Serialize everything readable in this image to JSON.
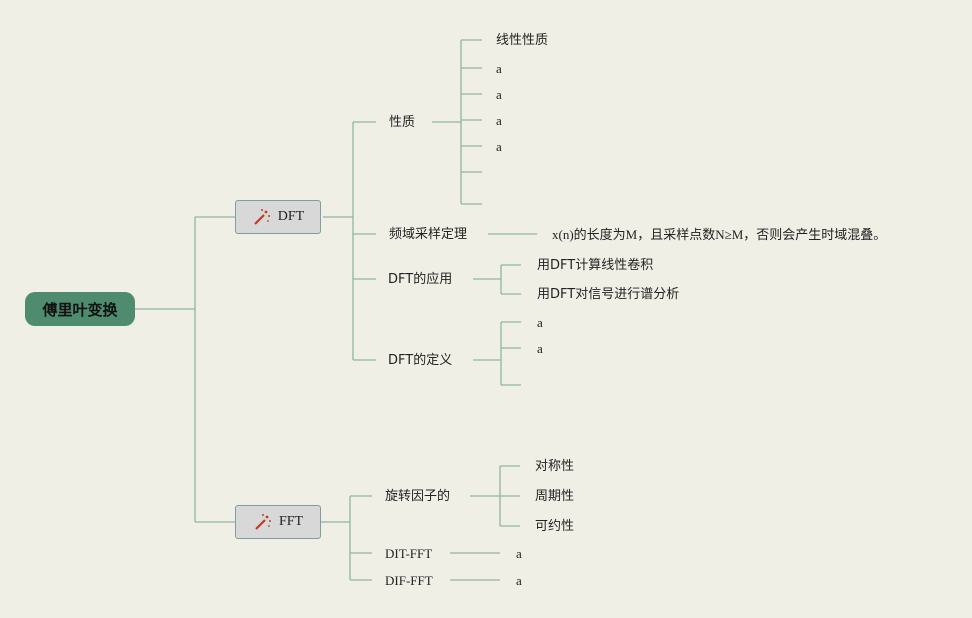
{
  "root": {
    "label": "傅里叶变换"
  },
  "dft": {
    "label": "DFT",
    "icon": "magic-wand-icon",
    "properties": {
      "label": "性质",
      "items": [
        "线性性质",
        "a",
        "a",
        "a",
        "a",
        "",
        ""
      ]
    },
    "sampling": {
      "label": "频域采样定理",
      "note": "x(n)的长度为M，且采样点数N≥M，否则会产生时域混叠。"
    },
    "applications": {
      "label": "DFT的应用",
      "items": [
        "用DFT计算线性卷积",
        "用DFT对信号进行谱分析"
      ]
    },
    "definition": {
      "label": "DFT的定义",
      "items": [
        "a",
        "a",
        ""
      ]
    }
  },
  "fft": {
    "label": "FFT",
    "icon": "magic-wand-icon",
    "twiddle": {
      "label": "旋转因子的",
      "items": [
        "对称性",
        "周期性",
        "可约性"
      ]
    },
    "dit": {
      "label": "DIT-FFT",
      "value": "a"
    },
    "dif": {
      "label": "DIF-FFT",
      "value": "a"
    }
  },
  "colors": {
    "line": "#8fb5a3",
    "root": "#4e8b6f",
    "branch_bg": "#d8d8d8",
    "background": "#f0efe6"
  }
}
